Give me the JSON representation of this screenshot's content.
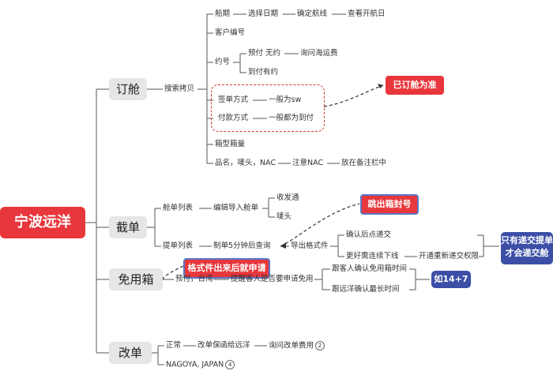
{
  "root": "宁波远洋",
  "branches": {
    "booking": "订舱",
    "cutoff": "截单",
    "free_box": "免用箱",
    "change": "改单"
  },
  "booking": {
    "search": "搜索拷贝",
    "schedule": "船期",
    "select_date": "选择日期",
    "confirm_route": "确定航线",
    "view_sail_date": "查看开航日",
    "customer_no": "客户编号",
    "rate_no": "约号",
    "prepaid_no_contract": "预付 无约",
    "ask_shipping": "询问海运费",
    "collect_contract": "到付有约",
    "sign_method": "签单方式",
    "sign_default": "一般为sw",
    "pay_method": "付款方式",
    "pay_default": "一般都为到付",
    "box_qty": "箱型箱量",
    "goods": "品名，唛头，NAC",
    "note_nac": "注意NAC",
    "in_remark": "放在备注栏中",
    "booked_tag": "已订舱为准"
  },
  "cutoff": {
    "manifest_list": "舱单列表",
    "edit_import": "编辑导入舱单",
    "consignee": "收发通",
    "marks": "唛头",
    "bl_list": "提单列表",
    "query_5min": "制单5分钟后查询",
    "export_format": "导出格式件",
    "confirm_submit": "确认后点递交",
    "better_continue": "更好需连续下线",
    "reopen_rights": "开通重新递交权限",
    "jump_seal": "跳出箱封号",
    "only_submit": "只有递交提单",
    "will_submit": "才会递交舱"
  },
  "free_box": {
    "format_apply": "格式件出来后就申请",
    "prepaid_tw": "预付，台湾",
    "remind_apply": "提醒客人是否要申请免用",
    "follow_confirm": "跟客人确认免用箱时间",
    "follow_longest": "跟远洋确认最长时间",
    "days": "如14+7"
  },
  "change": {
    "normal": "正常",
    "guarantee": "改单保函给远洋",
    "ask_fee": "询问改单费用",
    "circle_2": "2",
    "nagoya": "NAGOYA, JAPAN",
    "circle_4": "4"
  },
  "colors": {
    "accent_red": "#e8373c",
    "accent_blue": "#3c4ea6",
    "branch_bg": "#e6e6e6"
  }
}
